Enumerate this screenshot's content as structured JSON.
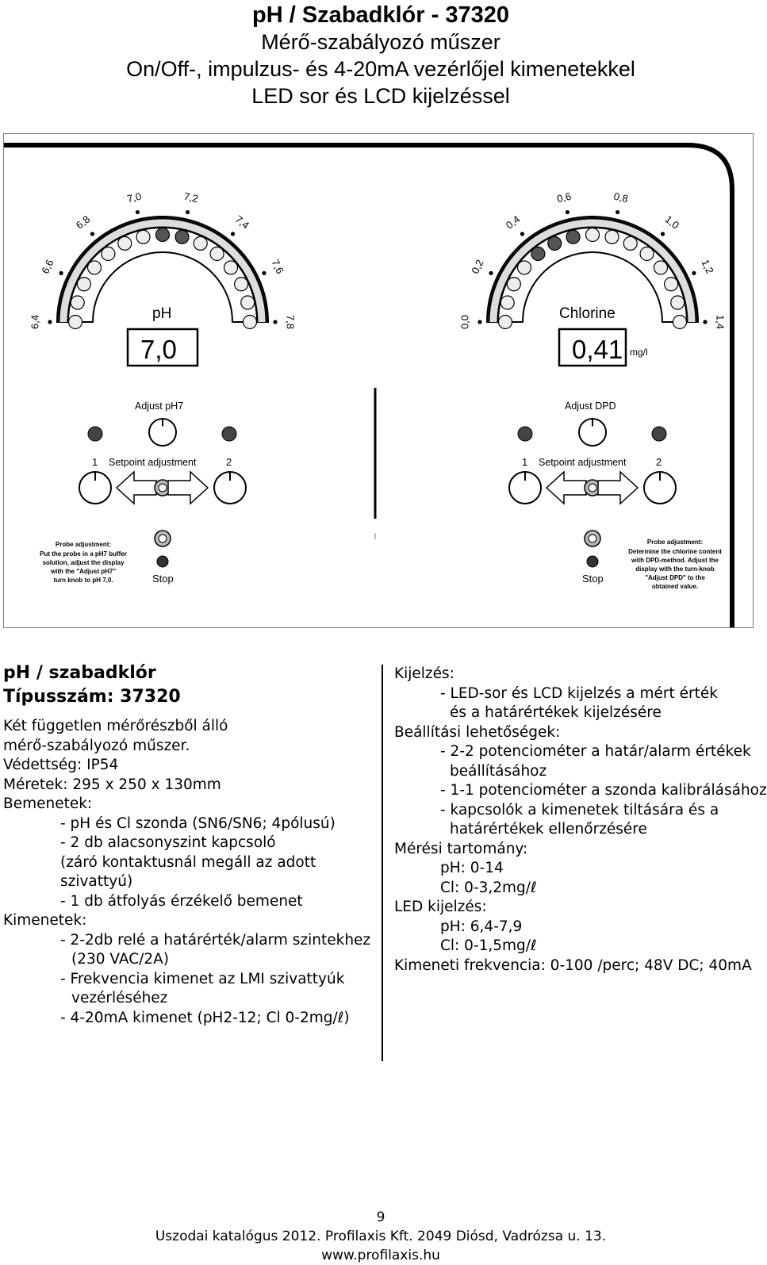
{
  "header": {
    "title": "pH / Szabadklór - 37320",
    "line2": "Mérő-szabályozó műszer",
    "line3": "On/Off-, impulzus- és 4-20mA vezérlőjel kimenetekkel",
    "line4": "LED sor és LCD kijelzéssel"
  },
  "device": {
    "ph": {
      "label": "pH",
      "display": "7,0",
      "scale": [
        "6,4",
        "6,6",
        "6,8",
        "7,0",
        "7,2",
        "7,4",
        "7,6",
        "7,8"
      ],
      "adjust_label": "Adjust pH7",
      "setpoint_label": "Setpoint adjustment",
      "num1": "1",
      "num2": "2",
      "stop_label": "Stop",
      "probe_title": "Probe adjustment:",
      "probe_text": [
        "Put the probe in a pH7 buffer",
        "solution, adjust the display",
        "with the \"Adjust pH7\"",
        "turn knob to pH 7,0."
      ]
    },
    "chlorine": {
      "label": "Chlorine",
      "display": "0,41",
      "unit": "mg/l",
      "scale": [
        "0,0",
        "0,2",
        "0,4",
        "0,6",
        "0,8",
        "1,0",
        "1,2",
        "1,4"
      ],
      "adjust_label": "Adjust DPD",
      "setpoint_label": "Setpoint adjustment",
      "num1": "1",
      "num2": "2",
      "stop_label": "Stop",
      "probe_title": "Probe adjustment:",
      "probe_text": [
        "Determine the chlorine content",
        "with DPD-method. Adjust the",
        "display with the turn-knob",
        "\"Adjust DPD\" to the",
        "obtained value."
      ]
    }
  },
  "left": {
    "heading1": "pH / szabadklór",
    "heading2": "Típusszám: 37320",
    "lines": [
      {
        "text": "Két független mérőrészből álló",
        "indent": 0
      },
      {
        "text": "mérő-szabályozó műszer.",
        "indent": 0
      },
      {
        "text": "Védettség: IP54",
        "indent": 0
      },
      {
        "text": "Méretek: 295 x 250 x 130mm",
        "indent": 0
      },
      {
        "text": "Bemenetek:",
        "indent": 0
      },
      {
        "text": "- pH és Cl szonda (SN6/SN6; 4pólusú)",
        "indent": 1
      },
      {
        "text": "- 2 db alacsonyszint kapcsoló",
        "indent": 1
      },
      {
        "text": "(záró kontaktusnál megáll az adott",
        "indent": 1
      },
      {
        "text": "szivattyú)",
        "indent": 1
      },
      {
        "text": "- 1 db átfolyás érzékelő bemenet",
        "indent": 1
      },
      {
        "text": "Kimenetek:",
        "indent": 0
      },
      {
        "text": "- 2-2db relé a határérték/alarm szintekhez",
        "indent": 1
      },
      {
        "text": "(230 VAC/2A)",
        "indent": 2
      },
      {
        "text": "- Frekvencia kimenet az LMI szivattyúk",
        "indent": 1
      },
      {
        "text": "vezérléséhez",
        "indent": 2
      },
      {
        "text": "- 4-20mA kimenet (pH2-12; Cl 0-2mg/ℓ)",
        "indent": 1
      }
    ]
  },
  "right": {
    "lines": [
      {
        "text": "Kijelzés:",
        "indent": 0
      },
      {
        "text": "- LED-sor és LCD kijelzés a mért érték",
        "indent": 1
      },
      {
        "text": "és a határértékek kijelzésére",
        "indent": 2
      },
      {
        "text": "Beállítási lehetőségek:",
        "indent": 0
      },
      {
        "text": "- 2-2 potenciométer a határ/alarm értékek",
        "indent": 1
      },
      {
        "text": "beállításához",
        "indent": 2
      },
      {
        "text": "- 1-1 potenciométer a szonda kalibrálásához",
        "indent": 1
      },
      {
        "text": "- kapcsolók a kimenetek tiltására és a",
        "indent": 1
      },
      {
        "text": "határértékek ellenőrzésére",
        "indent": 2
      },
      {
        "text": "Mérési tartomány:",
        "indent": 0
      },
      {
        "text": "pH: 0-14",
        "indent": 1
      },
      {
        "text": "Cl: 0-3,2mg/ℓ",
        "indent": 1
      },
      {
        "text": "LED kijelzés:",
        "indent": 0
      },
      {
        "text": "pH: 6,4-7,9",
        "indent": 1
      },
      {
        "text": "Cl: 0-1,5mg/ℓ",
        "indent": 1
      },
      {
        "text": "Kimeneti frekvencia: 0-100 /perc; 48V DC; 40mA",
        "indent": 0
      }
    ]
  },
  "footer": {
    "page": "9",
    "line1": "Uszodai katalógus 2012. Profilaxis Kft. 2049 Diósd, Vadrózsa u. 13.",
    "line2": "www.profilaxis.hu"
  }
}
